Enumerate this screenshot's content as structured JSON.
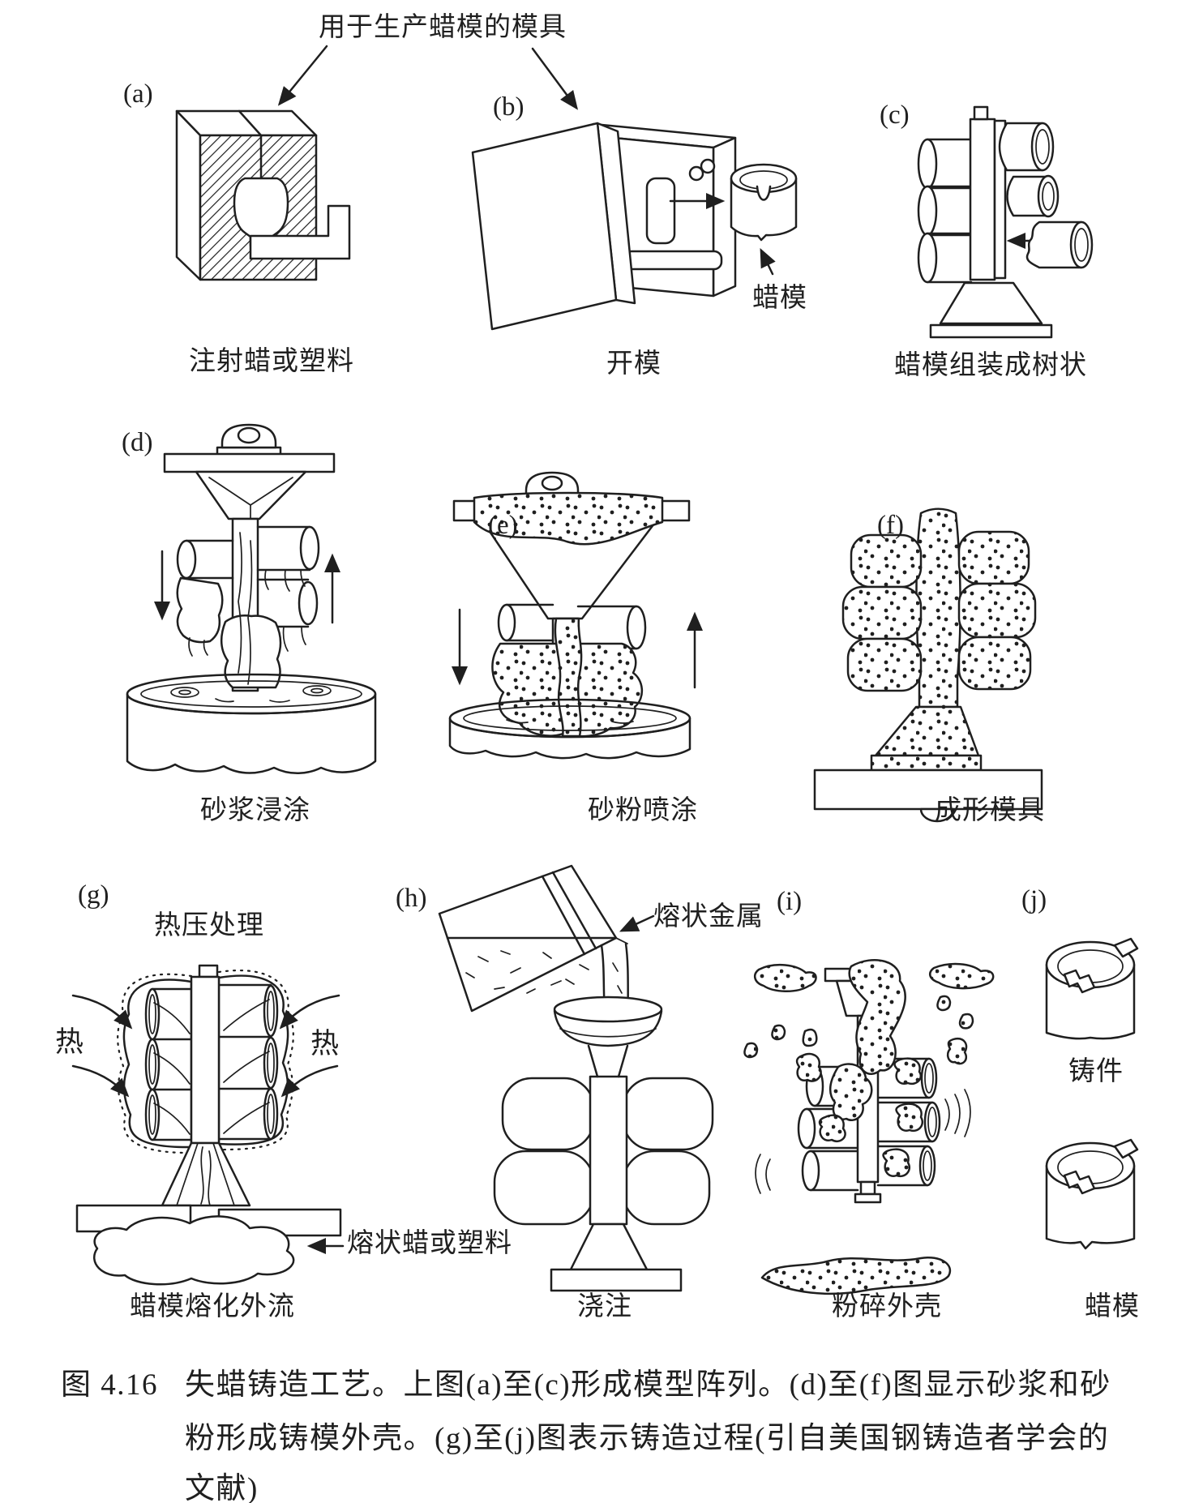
{
  "figure": {
    "ink_color": "#1f1f1f",
    "top_label": "用于生产蜡模的模具",
    "panels": {
      "a": {
        "label": "(a)",
        "caption": "注射蜡或塑料"
      },
      "b": {
        "label": "(b)",
        "caption": "开模",
        "part_label": "蜡模"
      },
      "c": {
        "label": "(c)",
        "caption": "蜡模组装成树状"
      },
      "d": {
        "label": "(d)",
        "caption": "砂浆浸涂"
      },
      "e": {
        "label": "(e)",
        "caption": "砂粉喷涂"
      },
      "f": {
        "label": "(f)",
        "caption": "成形模具"
      },
      "g": {
        "label": "(g)",
        "title": "热压处理",
        "heat_left": "热",
        "heat_right": "热",
        "flow_label": "熔状蜡或塑料",
        "caption": "蜡模熔化外流"
      },
      "h": {
        "label": "(h)",
        "metal_label": "熔状金属",
        "caption": "浇注"
      },
      "i": {
        "label": "(i)",
        "caption": "粉碎外壳"
      },
      "j": {
        "label": "(j)",
        "casting_label": "铸件",
        "wax_label": "蜡模"
      }
    },
    "caption": {
      "number": "图 4.16",
      "line1": "失蜡铸造工艺。上图(a)至(c)形成模型阵列。(d)至(f)图显示砂浆和砂",
      "line2": "粉形成铸模外壳。(g)至(j)图表示铸造过程(引自美国钢铸造者学会的",
      "line3": "文献)"
    }
  }
}
